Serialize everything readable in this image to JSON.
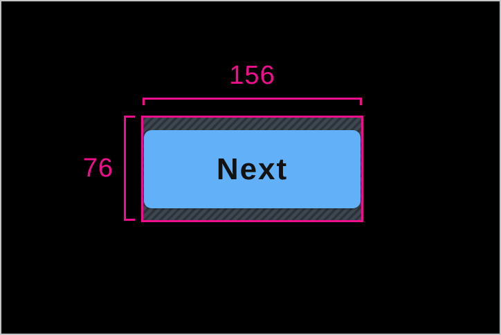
{
  "measurements": {
    "width_label": "156",
    "height_label": "76"
  },
  "button": {
    "label": "Next"
  },
  "icons": {},
  "colors": {
    "canvas_bg": "#000000",
    "frame_border": "#c2c4c6",
    "guide_pink": "#ef0f8d",
    "button_fill": "#62b1f8",
    "button_text": "#121212",
    "hatch_base": "#3e4650",
    "hatch_stripe": "#2b323a"
  }
}
